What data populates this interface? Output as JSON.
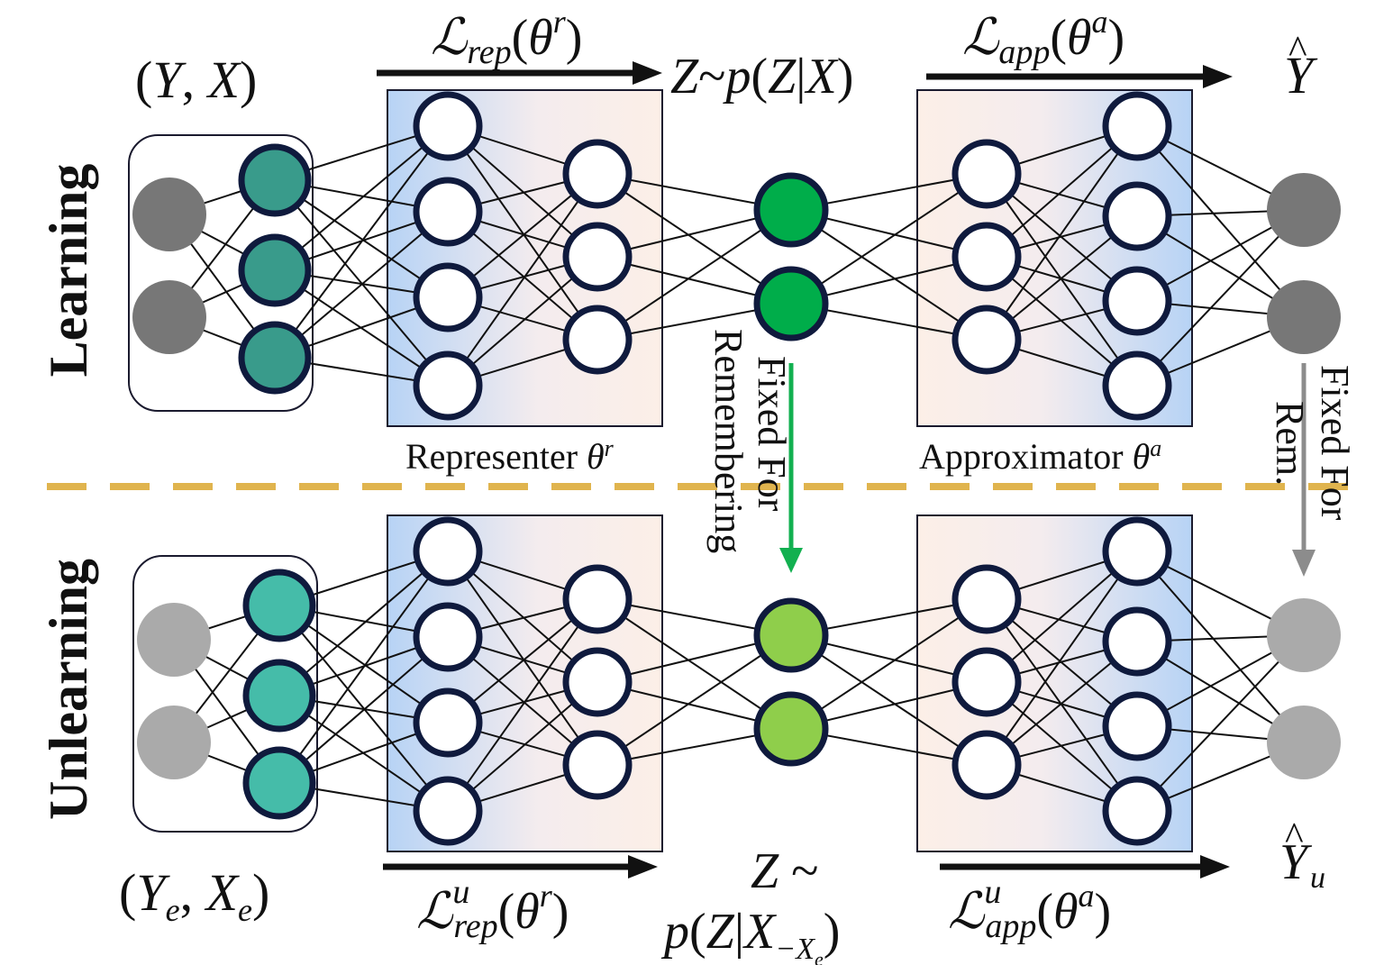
{
  "rows": {
    "learning_label": "Learning",
    "unlearning_label": "Unlearning"
  },
  "learning": {
    "input_label": "(Y, X)",
    "loss_rep": "ℒrep(θr)",
    "latent": "Z~p(Z|X)",
    "loss_app": "ℒapp(θa)",
    "output": "Ŷ"
  },
  "unlearning": {
    "input_label": "(Ye, Xe)",
    "loss_rep": "ℒurep(θr)",
    "latent_line1": "Z ~",
    "latent_line2": "p(Z|X−Xe)",
    "loss_app": "ℒuapp(θa)",
    "output": "Ŷu"
  },
  "modules": {
    "representer": "Representer θr",
    "approximator": "Approximator θa"
  },
  "transfer": {
    "latent_fixed_line1": "Fixed For",
    "latent_fixed_line2": "Remembering",
    "output_fixed_line1": "Fixed For",
    "output_fixed_line2": "Rem."
  },
  "colors": {
    "input_learning": "#777777",
    "input_unlearning": "#aaaaaa",
    "embed_learning": "#399b8b",
    "embed_unlearning": "#45bca9",
    "latent_learning": "#00ad4a",
    "latent_unlearning": "#8fce4b",
    "node_stroke": "#0f1a3d",
    "module_blue": "#b7d3f5",
    "module_peach": "#fcefe7",
    "divider": "#e0b44e",
    "arrow_green": "#12b050",
    "arrow_gray": "#8c8c8c"
  }
}
